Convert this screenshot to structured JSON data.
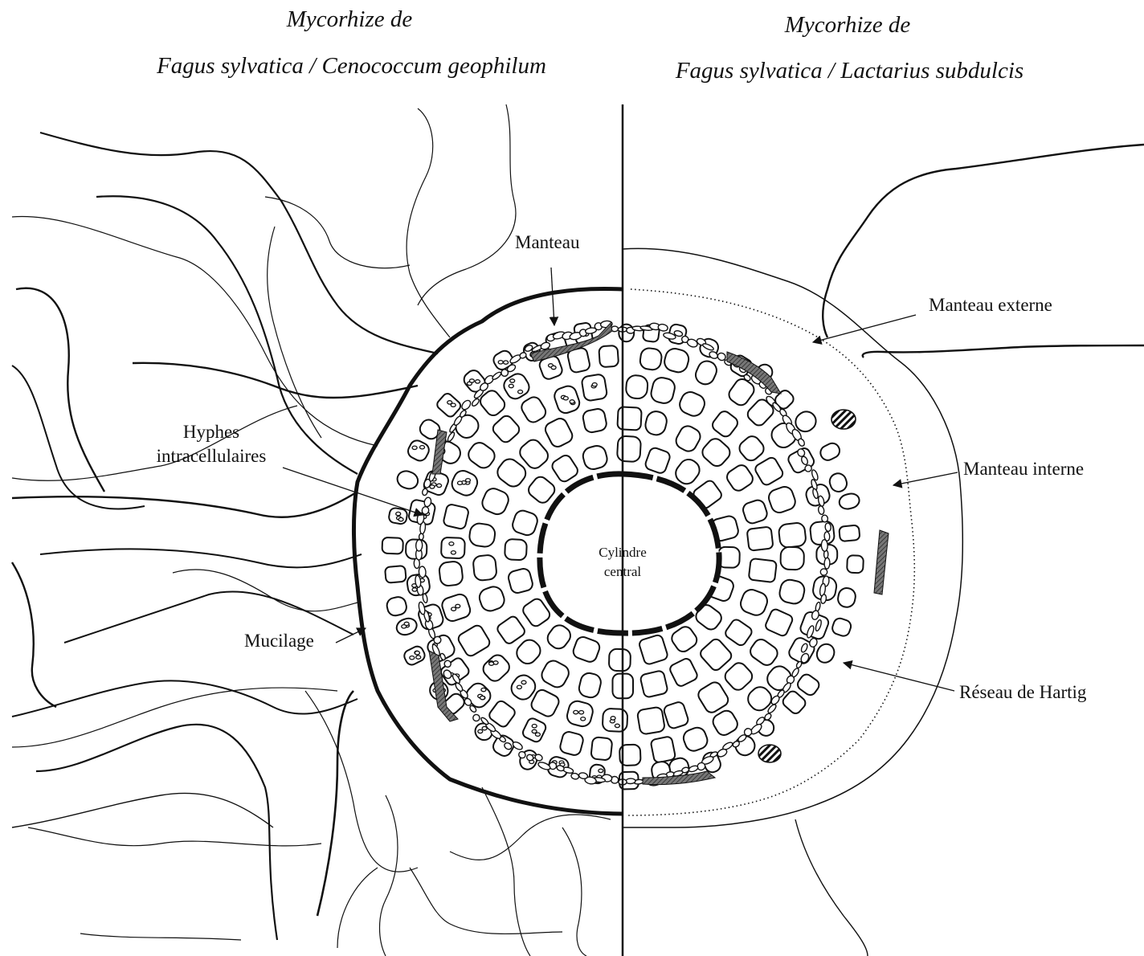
{
  "titles": {
    "left_line1": "Mycorhize de",
    "left_line2": "Fagus sylvatica / Cenococcum geophilum",
    "right_line1": "Mycorhize de",
    "right_line2": "Fagus sylvatica / Lactarius subdulcis"
  },
  "labels": {
    "manteau": "Manteau",
    "hyphes_line1": "Hyphes",
    "hyphes_line2": "intracellulaires",
    "mucilage": "Mucilage",
    "cylindre_line1": "Cylindre",
    "cylindre_line2": "central",
    "manteau_externe": "Manteau externe",
    "manteau_interne": "Manteau interne",
    "reseau_hartig": "Réseau de Hartig"
  },
  "colors": {
    "ink": "#111111",
    "fungal_hatch": "#555555",
    "background": "#ffffff"
  }
}
